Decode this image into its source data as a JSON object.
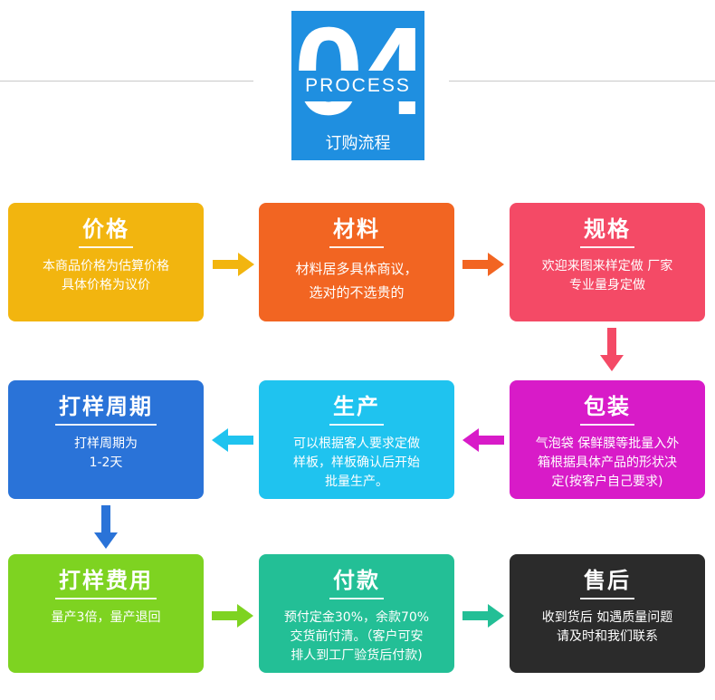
{
  "header": {
    "number": "04",
    "process": "PROCESS",
    "subtitle": "订购流程"
  },
  "steps": [
    {
      "title": "价格",
      "lines": [
        "本商品价格为估算价格",
        "具体价格为议价"
      ],
      "color": "#f2b50f"
    },
    {
      "title": "材料",
      "lines": [
        "材料居多具体商议，",
        "选对的不选贵的"
      ],
      "color": "#f26522"
    },
    {
      "title": "规格",
      "lines": [
        "欢迎来图来样定做 厂家",
        "专业量身定做"
      ],
      "color": "#f44a66"
    },
    {
      "title": "打样周期",
      "lines": [
        "打样周期为",
        "1-2天"
      ],
      "color": "#2a73d8"
    },
    {
      "title": "生产",
      "lines": [
        "可以根据客人要求定做",
        "样板，样板确认后开始",
        "批量生产。"
      ],
      "color": "#1fc3ef"
    },
    {
      "title": "包装",
      "lines": [
        "气泡袋 保鲜膜等批量入外",
        "箱根据具体产品的形状决",
        "定(按客户自己要求)"
      ],
      "color": "#d81bc8"
    },
    {
      "title": "打样费用",
      "lines": [
        "量产3倍，量产退回"
      ],
      "color": "#7ed321"
    },
    {
      "title": "付款",
      "lines": [
        "预付定金30%，余款70%",
        "交货前付清。（客户可安",
        "排人到工厂验货后付款)"
      ],
      "color": "#23bf96"
    },
    {
      "title": "售后",
      "lines": [
        "收到货后 如遇质量问题",
        "请及时和我们联系"
      ],
      "color": "#2b2b2b"
    }
  ],
  "arrows": {
    "a1": "#f2b50f",
    "a2": "#f26522",
    "a3": "#f44a66",
    "a4": "#d81bc8",
    "a5": "#1fc3ef",
    "a6": "#2a73d8",
    "a7": "#7ed321",
    "a8": "#23bf96"
  }
}
